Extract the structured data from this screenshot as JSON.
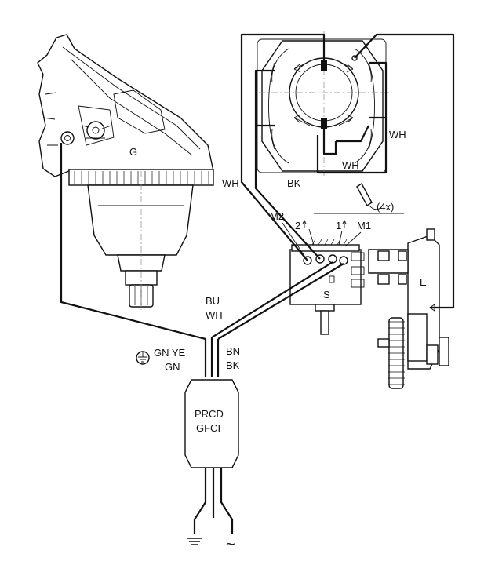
{
  "labels": {
    "gear_head": "G",
    "wire_left": "WH",
    "wire_bk": "BK",
    "wire_wh_right": "WH",
    "wire_wh_loop": "WH",
    "screws": "(4x)",
    "m2": "M2",
    "m1": "M1",
    "pos2": "2",
    "pos1": "1",
    "switch": "S",
    "electronics": "E",
    "bu": "BU",
    "wh": "WH",
    "bn": "BN",
    "bk": "BK",
    "gn_ye": "GN YE",
    "gn": "GN",
    "prcd1": "PRCD",
    "prcd2": "GFCI",
    "ac_symbol": "~"
  },
  "icons": [
    "ground-icon",
    "ground-symbol-bottom",
    "arrow-up-icon"
  ],
  "colors": {
    "line": "#111111",
    "background": "#ffffff"
  }
}
